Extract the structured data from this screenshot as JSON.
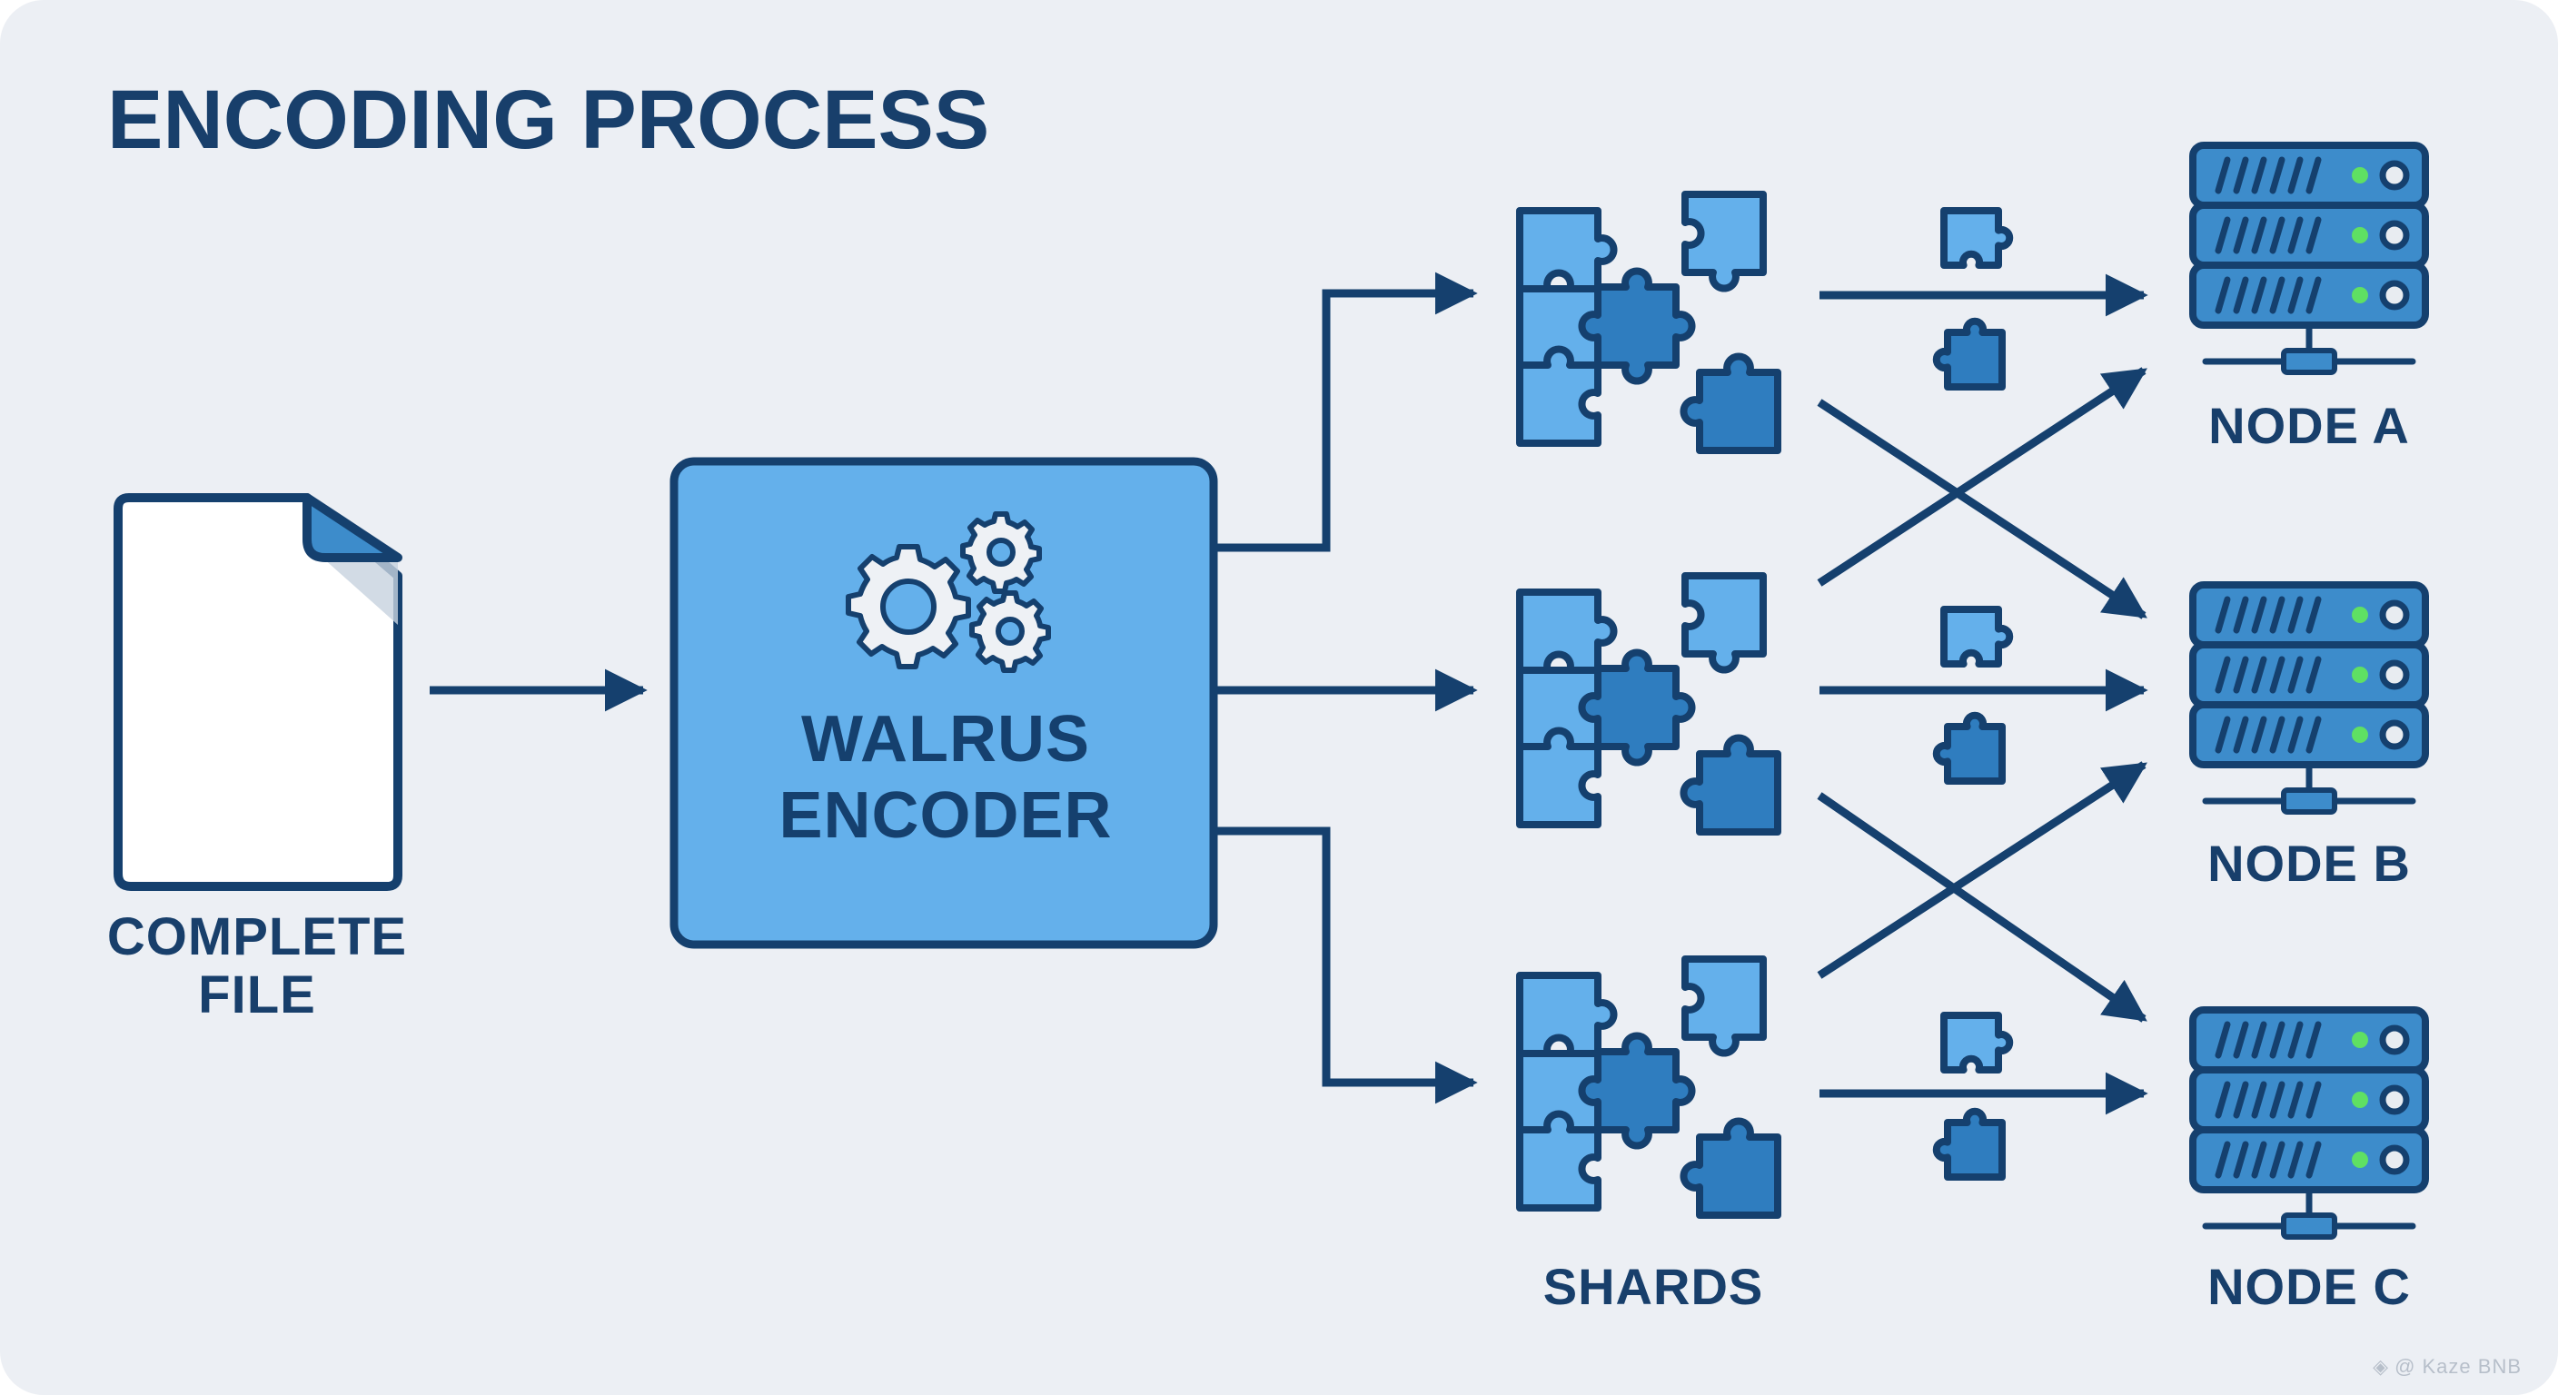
{
  "title": "ENCODING PROCESS",
  "source": {
    "label_line1": "COMPLETE",
    "label_line2": "FILE",
    "icon": "document-icon"
  },
  "encoder": {
    "label_line1": "WALRUS",
    "label_line2": "ENCODER",
    "icon": "gears-icon"
  },
  "shards": {
    "label": "SHARDS",
    "icon": "puzzle-pieces-icon",
    "groups": 3
  },
  "nodes": [
    {
      "id": "A",
      "label": "NODE A",
      "icon": "server-icon",
      "status_lights": [
        "on",
        "on",
        "on"
      ]
    },
    {
      "id": "B",
      "label": "NODE B",
      "icon": "server-icon",
      "status_lights": [
        "on",
        "on",
        "on"
      ]
    },
    {
      "id": "C",
      "label": "NODE C",
      "icon": "server-icon",
      "status_lights": [
        "on",
        "on",
        "on"
      ]
    }
  ],
  "connections": [
    {
      "from": "complete-file",
      "to": "walrus-encoder"
    },
    {
      "from": "walrus-encoder",
      "to": "shard-group-1"
    },
    {
      "from": "walrus-encoder",
      "to": "shard-group-2"
    },
    {
      "from": "walrus-encoder",
      "to": "shard-group-3"
    },
    {
      "from": "shard-group-1",
      "to": "NODE A"
    },
    {
      "from": "shard-group-1",
      "to": "NODE B"
    },
    {
      "from": "shard-group-2",
      "to": "NODE A"
    },
    {
      "from": "shard-group-2",
      "to": "NODE B"
    },
    {
      "from": "shard-group-2",
      "to": "NODE C"
    },
    {
      "from": "shard-group-3",
      "to": "NODE B"
    },
    {
      "from": "shard-group-3",
      "to": "NODE C"
    }
  ],
  "colors": {
    "background": "#eceff4",
    "outline": "#15406e",
    "light_blue": "#64b0eb",
    "mid_blue": "#2f7dbf",
    "server_blue": "#3d8ccb",
    "status_green": "#5fe063",
    "paper": "#ffffff"
  },
  "watermark": {
    "text": "@ Kaze BNB",
    "icon": "binance-logo-icon"
  }
}
